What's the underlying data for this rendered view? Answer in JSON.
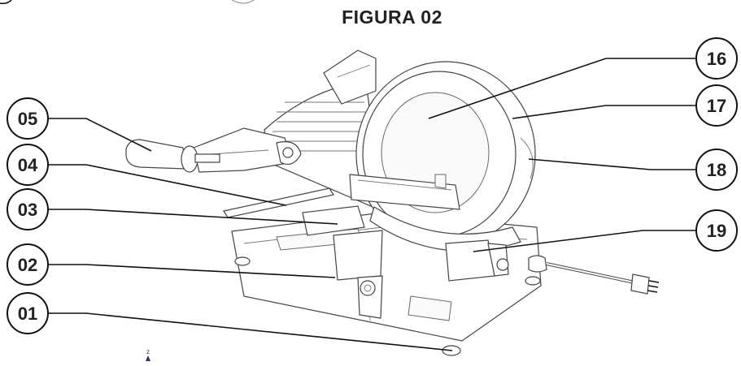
{
  "figure": {
    "title": "FIGURA 02",
    "axis_mark": "z"
  },
  "callouts": [
    {
      "id": "05",
      "label": "05"
    },
    {
      "id": "04",
      "label": "04"
    },
    {
      "id": "03",
      "label": "03"
    },
    {
      "id": "02",
      "label": "02"
    },
    {
      "id": "01",
      "label": "01"
    },
    {
      "id": "16",
      "label": "16"
    },
    {
      "id": "17",
      "label": "17"
    },
    {
      "id": "18",
      "label": "18"
    },
    {
      "id": "19",
      "label": "19"
    }
  ]
}
